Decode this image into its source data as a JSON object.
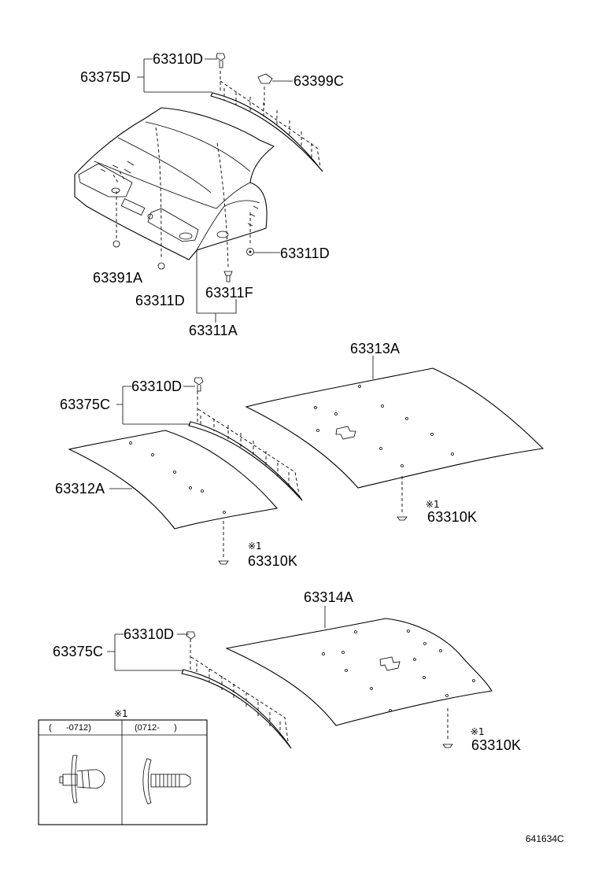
{
  "labels": {
    "group1": {
      "p63375D": "63375D",
      "p63310D": "63310D",
      "p63399C": "63399C",
      "p63311D_right": "63311D",
      "p63391A": "63391A",
      "p63311D_bottom": "63311D",
      "p63311F": "63311F",
      "p63311A": "63311A"
    },
    "group2": {
      "p63313A": "63313A",
      "p63375C": "63375C",
      "p63310D": "63310D",
      "p63312A": "63312A",
      "p63310K_right": "63310K",
      "p63310K_bottom": "63310K",
      "note_mark_right": "※1",
      "note_mark_bottom": "※1"
    },
    "group3": {
      "p63314A": "63314A",
      "p63375C": "63375C",
      "p63310D": "63310D",
      "p63310K": "63310K",
      "note_mark": "※1"
    }
  },
  "inset": {
    "note_mark": "※1",
    "col_left_header": "(      -0712)",
    "col_right_header": "(0712-      )"
  },
  "figure_id": "641634C"
}
